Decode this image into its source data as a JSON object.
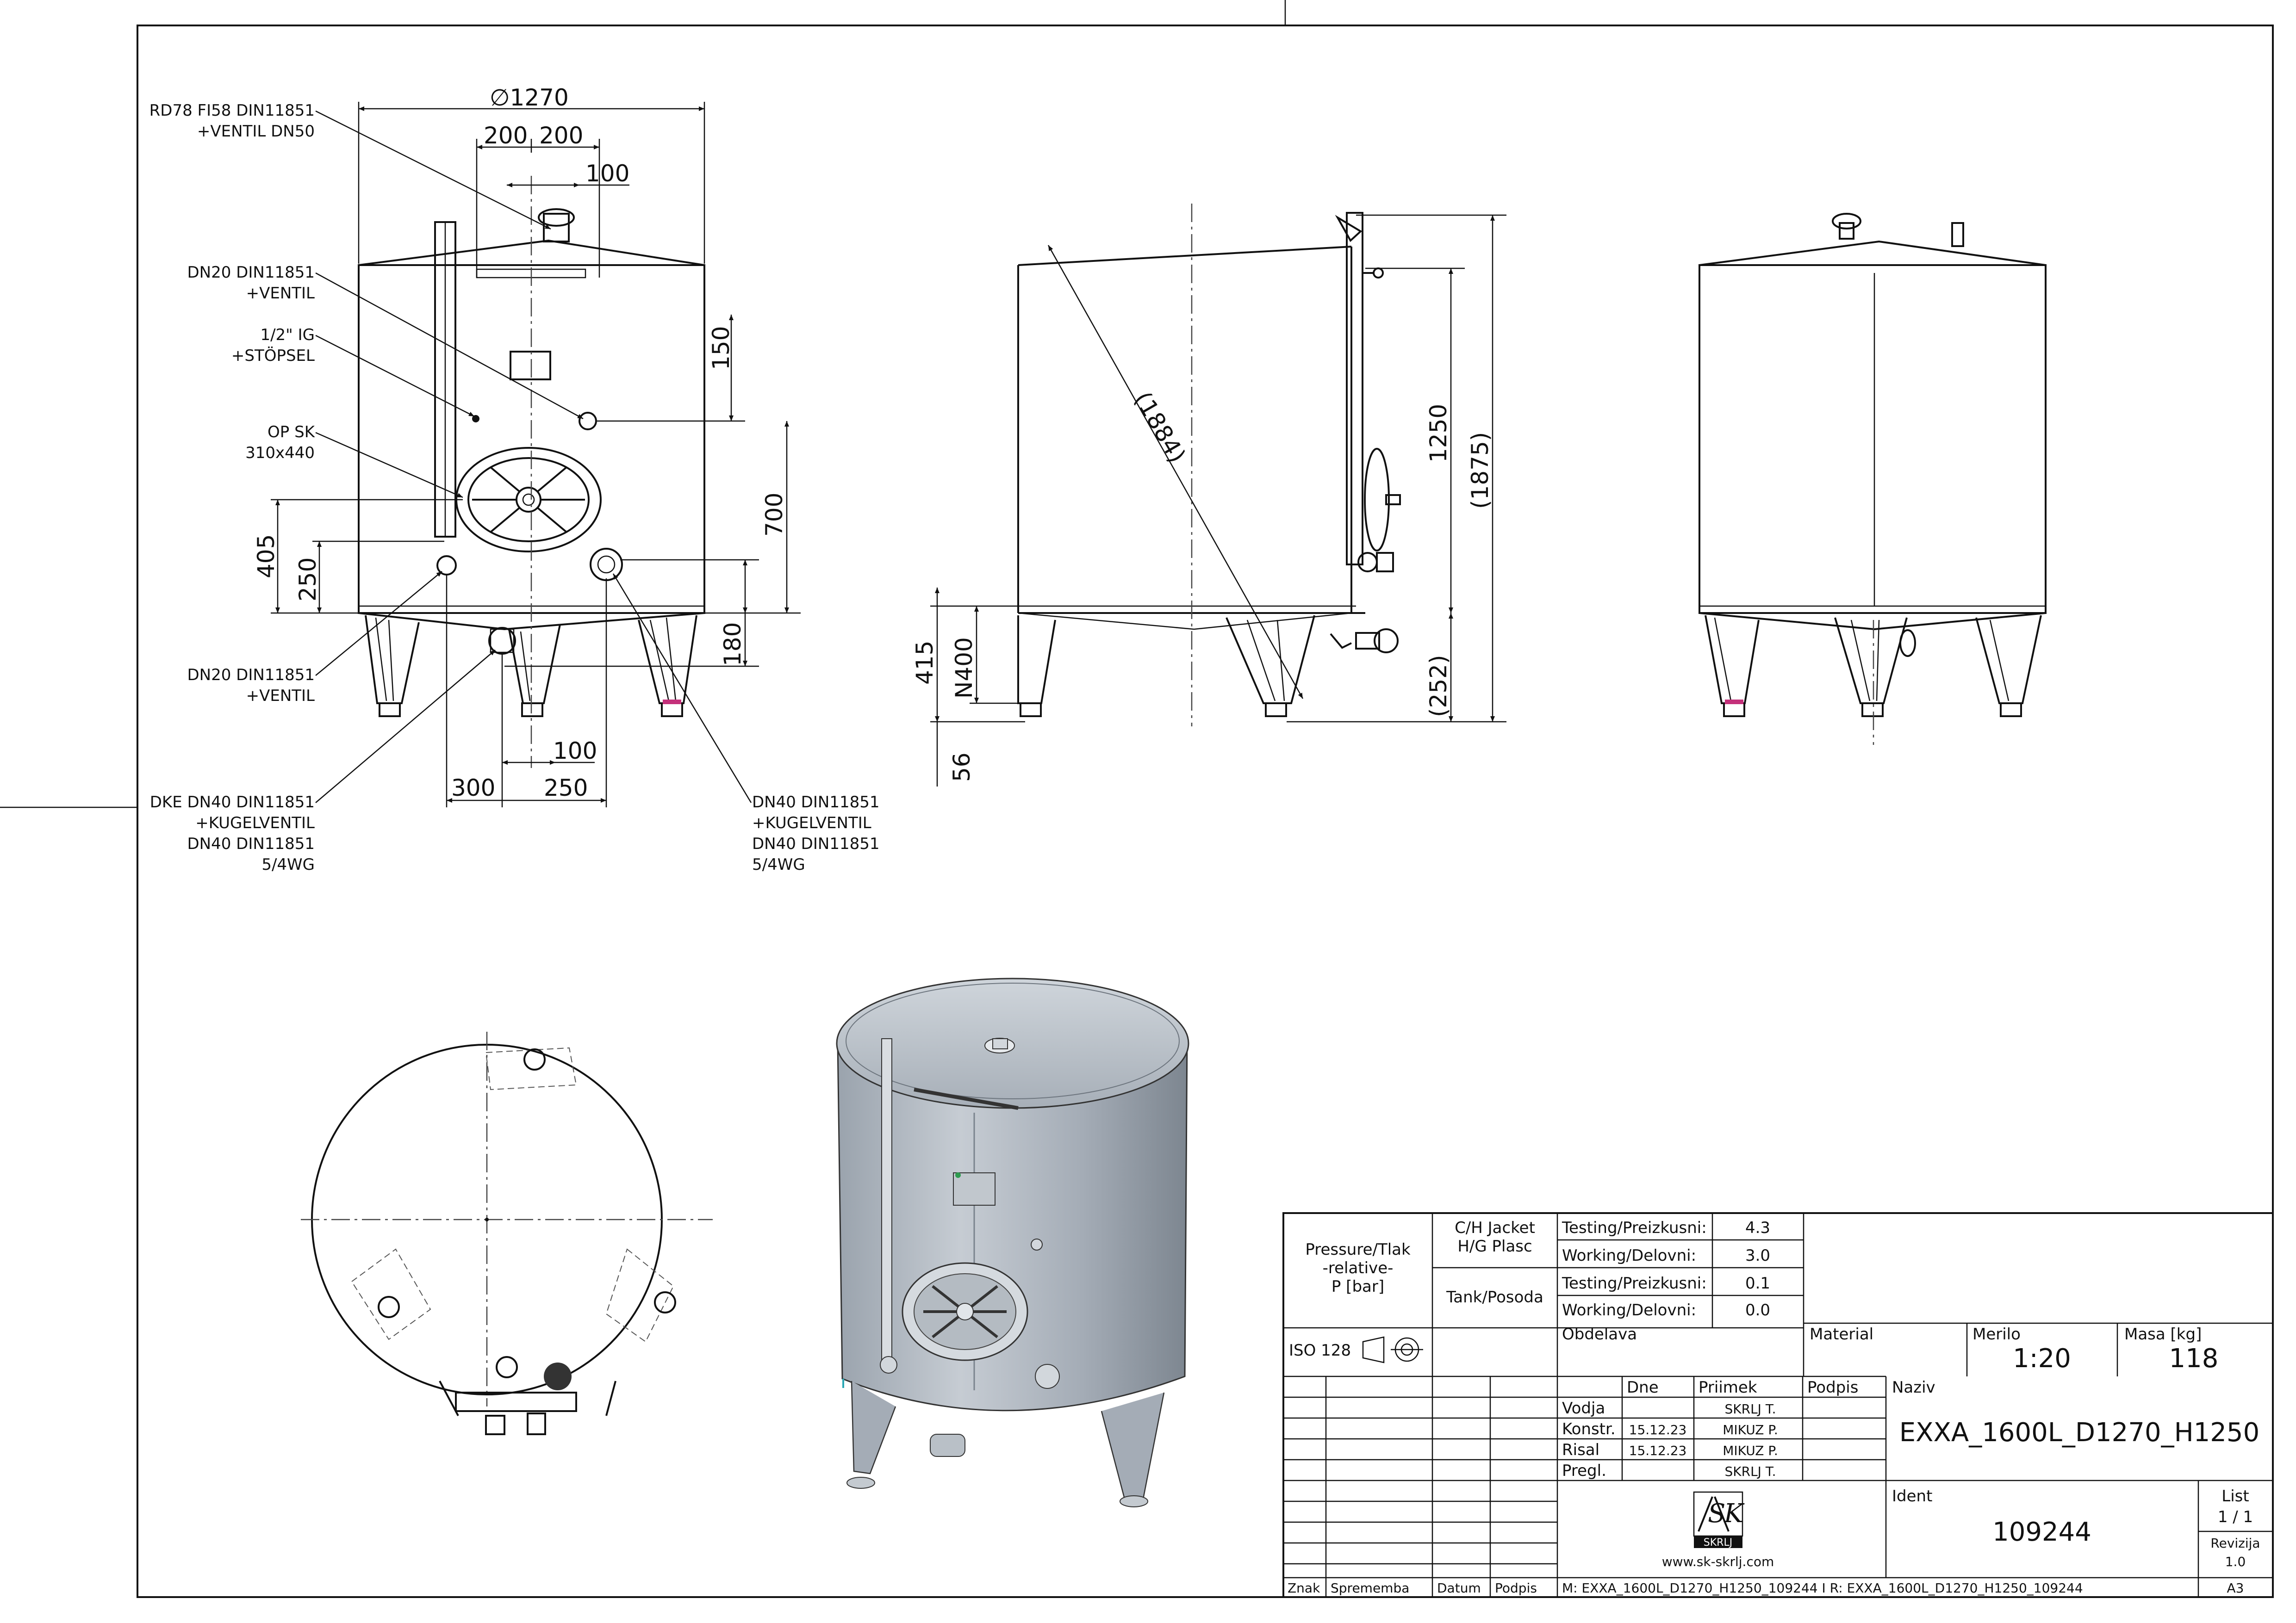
{
  "front_view": {
    "diameter": "∅1270",
    "offsets_top": [
      "200",
      "200"
    ],
    "offset_100_top": "100",
    "height_150": "150",
    "height_700": "700",
    "height_405": "405",
    "height_250": "250",
    "height_180": "180",
    "bottom_100": "100",
    "bottom_300": "300",
    "bottom_250": "250"
  },
  "callouts": {
    "top_valve": [
      "RD78 FI58 DIN11851",
      "+VENTIL DN50"
    ],
    "dn20_top": [
      "DN20 DIN11851",
      "+VENTIL"
    ],
    "ig": [
      "1/2\" IG",
      "+STÖPSEL"
    ],
    "manway": [
      "OP SK",
      "310x440"
    ],
    "dn20_bottom": [
      "DN20 DIN11851",
      "+VENTIL"
    ],
    "dke": [
      "DKE DN40 DIN11851",
      "+KUGELVENTIL",
      "DN40 DIN11851",
      "5/4WG"
    ],
    "dn40_right": [
      "DN40 DIN11851",
      "+KUGELVENTIL",
      "DN40 DIN11851",
      "5/4WG"
    ]
  },
  "side_view": {
    "diagonal": "(1884)",
    "height_1250": "1250",
    "height_1875": "(1875)",
    "height_252": "(252)",
    "height_415": "415",
    "n400": "N400",
    "height_56": "56"
  },
  "title_block": {
    "pressure_label": [
      "Pressure/Tlak",
      "-relative-",
      "P [bar]"
    ],
    "jacket_label": [
      "C/H Jacket",
      "H/G Plasc"
    ],
    "tank_label": "Tank/Posoda",
    "rows": [
      {
        "label": "Testing/Preizkusni:",
        "value": "4.3"
      },
      {
        "label": "Working/Delovni:",
        "value": "3.0"
      },
      {
        "label": "Testing/Preizkusni:",
        "value": "0.1"
      },
      {
        "label": "Working/Delovni:",
        "value": "0.0"
      }
    ],
    "iso": "ISO 128",
    "obdelava": "Obdelava",
    "material": "Material",
    "merilo_label": "Merilo",
    "merilo": "1:20",
    "masa_label": "Masa [kg]",
    "masa": "118",
    "col_dne": "Dne",
    "col_priimek": "Priimek",
    "col_podpis": "Podpis",
    "naziv_label": "Naziv",
    "naziv": "EXXA_1600L_D1270_H1250",
    "vodja": "Vodja",
    "vodja_name": "SKRLJ T.",
    "konstr": "Konstr.",
    "konstr_date": "15.12.23",
    "konstr_name": "MIKUZ P.",
    "risal": "Risal",
    "risal_date": "15.12.23",
    "risal_name": "MIKUZ P.",
    "pregl": "Pregl.",
    "pregl_name": "SKRLJ T.",
    "logo_text": "SKRLJ",
    "website": "www.sk-skrlj.com",
    "ident_label": "Ident",
    "ident": "109244",
    "list_label": "List",
    "list": "1 / 1",
    "revizija_label": "Revizija",
    "revizija": "1.0",
    "znak": "Znak",
    "sprememba": "Sprememba",
    "datum": "Datum",
    "podpis": "Podpis",
    "model_ref": "M: EXXA_1600L_D1270_H1250_109244 I R: EXXA_1600L_D1270_H1250_109244",
    "format": "A3"
  }
}
